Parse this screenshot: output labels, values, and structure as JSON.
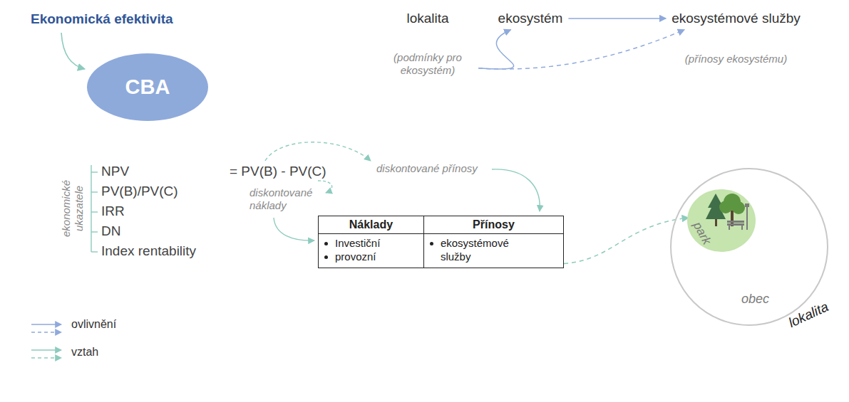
{
  "diagram": {
    "title": "Ekonomická efektivita",
    "nodes": [
      {
        "text": [
          "lokalita",
          "(podmínky pro ekosystém)"
        ]
      },
      {
        "text": [
          "ekosystém"
        ]
      },
      {
        "text": [
          "ekosystémové služby",
          "(přínosy ekosystému)"
        ]
      },
      {
        "text": [
          "CBA"
        ]
      },
      {
        "text": [
          "Náklady",
          "Přínosy",
          "Investiční",
          "provozní",
          "ekosystémové služby"
        ]
      },
      {
        "text": [
          "obec",
          "lokalita"
        ]
      },
      {
        "text": [
          "park"
        ],
        "in": 5
      }
    ],
    "edges": [
      {
        "from": 0,
        "to": 1,
        "arrow": "to"
      },
      {
        "from": 1,
        "to": 2,
        "arrow": "to"
      },
      {
        "from": 0,
        "to": 2,
        "arrow": "to"
      },
      {
        "from": 4,
        "to": 6,
        "arrow": "to"
      }
    ],
    "labels": [
      "NPV",
      "PV(B)/PV(C)",
      "IRR",
      "DN",
      "Index rentability",
      "ekonomické ukazatele",
      "= PV(B) - PV(C)",
      "diskontované přínosy",
      "diskontované náklady"
    ],
    "legend": [
      {
        "text": "ovlivnění"
      },
      {
        "text": "vztah"
      }
    ]
  }
}
